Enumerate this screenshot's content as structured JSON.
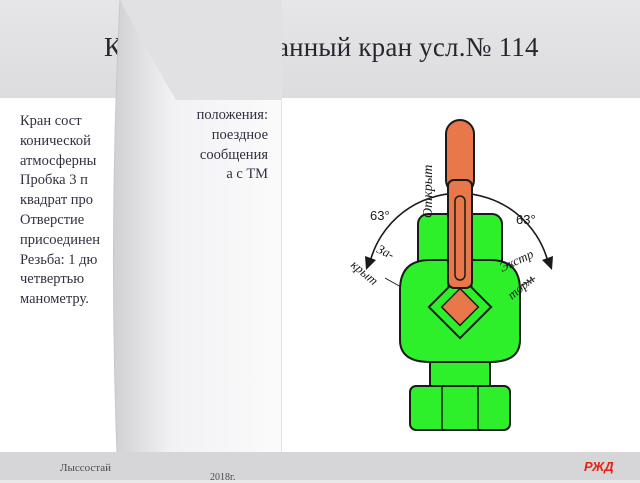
{
  "slide": {
    "title_left": "К",
    "title_right": "инированный кран усл.№ 114",
    "left_lines": [
      "Кран сост",
      "конической",
      "атмосферны",
      "Пробка 3 п",
      "квадрат про",
      "Отверстие",
      "присоединен",
      "Резьба: 1 дю",
      "четвертью",
      "манометру."
    ],
    "right_lines": [
      "положения:",
      "поездное",
      "сообщения",
      "а  с  ТМ"
    ],
    "footer_text": "Лыссостай",
    "footer_year": "2018г.",
    "logo_text": "РЖД"
  },
  "drawing": {
    "label_open": "Открыт",
    "label_zakryt_1": "За-",
    "label_zakryt_2": "крыт",
    "label_extr_1": "Экстр",
    "label_extr_2": "торм",
    "angle_left": "63°",
    "angle_right": "63°",
    "colors": {
      "body": "#2ef02a",
      "handle": "#e8784a",
      "outline": "#1a1a1a"
    }
  }
}
